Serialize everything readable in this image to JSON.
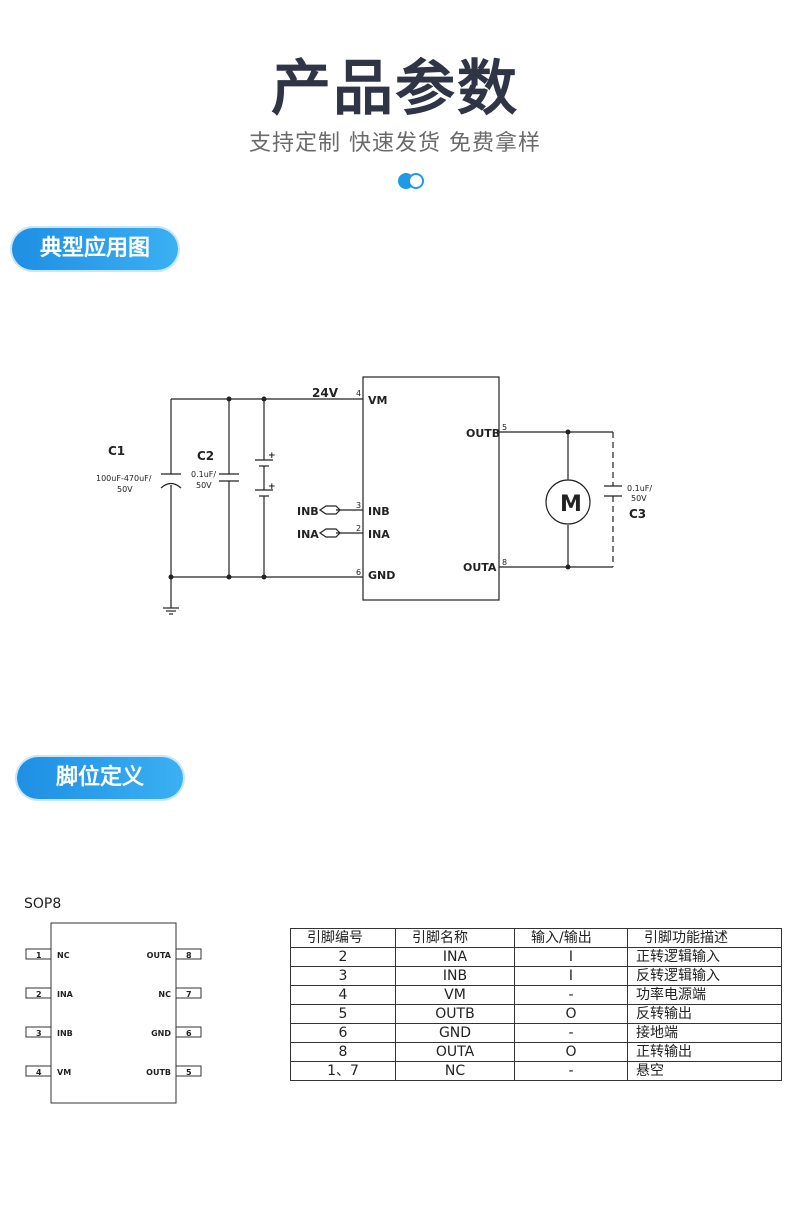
{
  "header": {
    "title": "产品参数",
    "subtitle": "支持定制 快速发货 免费拿样",
    "accent": "#1e9be4"
  },
  "sections": {
    "application": "典型应用图",
    "pinout": "脚位定义"
  },
  "circuit": {
    "supply": "24V",
    "c1": {
      "name": "C1",
      "value": "100uF-470uF/",
      "voltage": "50V"
    },
    "c2": {
      "name": "C2",
      "value": "0.1uF/",
      "voltage": "50V"
    },
    "c3": {
      "name": "C3",
      "value": "0.1uF/",
      "voltage": "50V"
    },
    "motor": "M",
    "plus": "+",
    "chip_pins": [
      {
        "num": "4",
        "label": "VM"
      },
      {
        "num": "3",
        "label": "INB"
      },
      {
        "num": "2",
        "label": "INA"
      },
      {
        "num": "6",
        "label": "GND"
      },
      {
        "num": "5",
        "label": "OUTB"
      },
      {
        "num": "8",
        "label": "OUTA"
      }
    ],
    "inputs": [
      "INB",
      "INA"
    ]
  },
  "package": {
    "name": "SOP8",
    "left_pins": [
      {
        "num": "1",
        "label": "NC"
      },
      {
        "num": "2",
        "label": "INA"
      },
      {
        "num": "3",
        "label": "INB"
      },
      {
        "num": "4",
        "label": "VM"
      }
    ],
    "right_pins": [
      {
        "num": "8",
        "label": "OUTA"
      },
      {
        "num": "7",
        "label": "NC"
      },
      {
        "num": "6",
        "label": "GND"
      },
      {
        "num": "5",
        "label": "OUTB"
      }
    ]
  },
  "pin_table": {
    "headers": [
      "引脚编号",
      "引脚名称",
      "输入/输出",
      "引脚功能描述"
    ],
    "rows": [
      [
        "2",
        "INA",
        "I",
        "正转逻辑输入"
      ],
      [
        "3",
        "INB",
        "I",
        "反转逻辑输入"
      ],
      [
        "4",
        "VM",
        "-",
        "功率电源端"
      ],
      [
        "5",
        "OUTB",
        "O",
        "反转输出"
      ],
      [
        "6",
        "GND",
        "-",
        "接地端"
      ],
      [
        "8",
        "OUTA",
        "O",
        "正转输出"
      ],
      [
        "1、7",
        "NC",
        "-",
        "悬空"
      ]
    ]
  }
}
